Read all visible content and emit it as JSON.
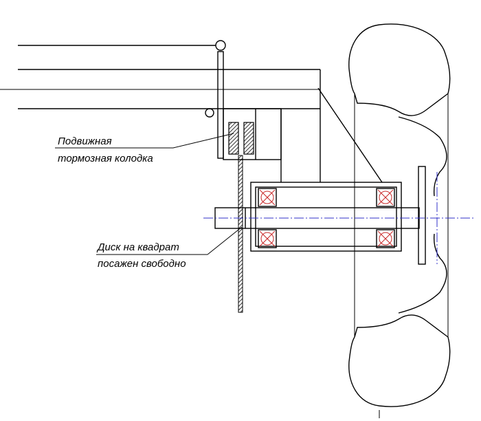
{
  "labels": {
    "brake_pad_line1": "Подвижная",
    "brake_pad_line2": "тормозная колодка",
    "disc_line1": "Диск на квадрат",
    "disc_line2": "посажен свободно"
  }
}
